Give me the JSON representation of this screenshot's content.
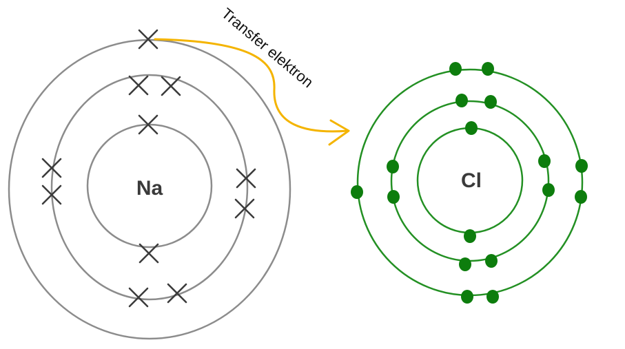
{
  "sodium": {
    "symbol": "Na",
    "shell_color": "#8c8c8c",
    "electron_marker": "cross",
    "electron_color": "#3c3c3c",
    "shell_electrons": [
      2,
      8,
      1
    ]
  },
  "chlorine": {
    "symbol": "Cl",
    "shell_color": "#239023",
    "electron_marker": "dot",
    "electron_color": "#0d7d0d",
    "shell_electrons": [
      2,
      8,
      7
    ]
  },
  "transfer": {
    "label": "Transfer elektron",
    "arrow_color": "#f4b400"
  }
}
